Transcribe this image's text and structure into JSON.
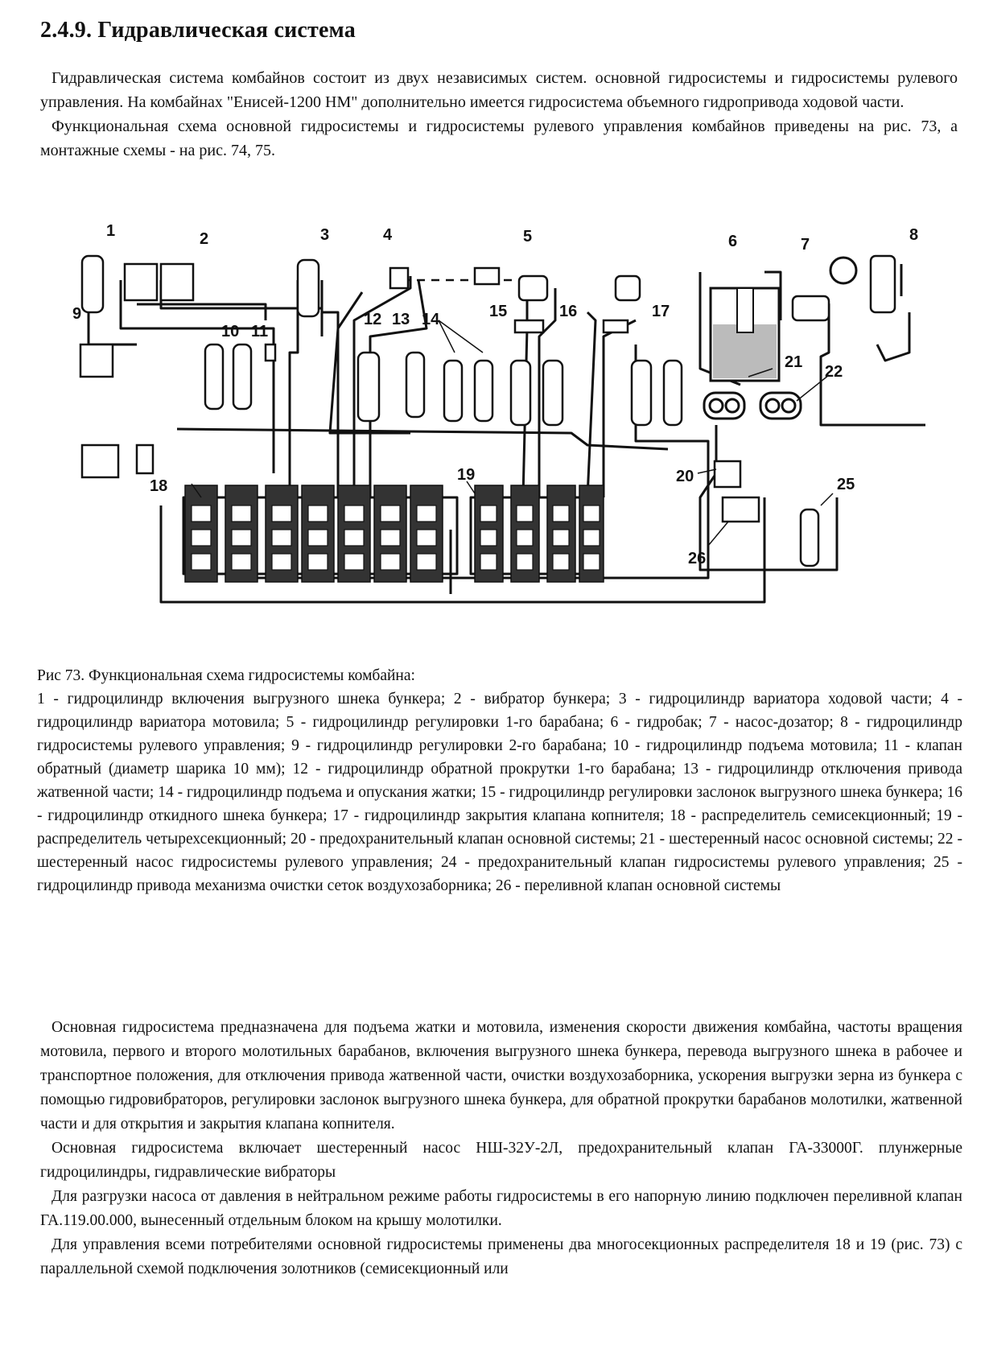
{
  "section": {
    "heading": "2.4.9. Гидравлическая система"
  },
  "intro": {
    "p1": "Гидравлическая система комбайнов состоит из двух независимых систем. основной гидросистемы и гидросистемы рулевого управления. На комбайнах \"Енисей-1200 НМ\" дополнительно имеется гидросистема объемного гидропривода ходовой части.",
    "p2": "Функциональная схема основной гидросистемы и гидросистемы рулевого управления комбайнов приведены на рис. 73, а монтажные схемы - на рис. 74, 75."
  },
  "figure": {
    "labels": [
      "1",
      "2",
      "3",
      "4",
      "5",
      "6",
      "7",
      "8",
      "9",
      "10",
      "11",
      "12",
      "13",
      "14",
      "15",
      "16",
      "17",
      "21",
      "22",
      "20",
      "25",
      "18",
      "19",
      "26"
    ],
    "caption_title": "Рис 73. Функциональная схема гидросистемы комбайна:",
    "caption_items": "1 - гидроцилиндр включения выгрузного шнека бункера; 2 - вибратор бункера; 3 - гидроцилиндр вариатора ходовой части; 4 - гидроцилиндр вариатора мотовила; 5 - гидроцилиндр регулировки 1-го барабана; 6 - гидробак; 7 - насос-дозатор; 8 - гидроцилиндр гидросистемы рулевого управления; 9 - гидроцилиндр регулировки 2-го барабана; 10 - гидроцилиндр подъема мотовила; 11 - клапан обратный (диаметр шарика 10 мм); 12 - гидроцилиндр обратной прокрутки 1-го барабана; 13 - гидроцилиндр отключения привода жатвенной части; 14 - гидроцилиндр подъема и опускания жатки; 15 - гидроцилиндр регулировки заслонок выгрузного шнека бункера; 16 - гидроцилиндр откидного шнека бункера; 17 - гидроцилиндр закрытия клапана копнителя; 18 - распределитель семисекционный; 19 - распределитель четырехсекционный; 20 - предохранительный клапан основной системы; 21 - шестеренный насос основной системы; 22 - шестеренный насос гидросистемы рулевого управления; 24 - предохранительный клапан гидросистемы рулевого управления; 25 - гидроцилиндр привода механизма очистки сеток воздухозаборника; 26 - переливной клапан основной системы"
  },
  "body": {
    "p1": "Основная гидросистема предназначена для подъема жатки и мотовила, изменения скорости движения комбайна, частоты вращения мотовила, первого и второго молотильных барабанов, включения выгрузного шнека бункера, перевода выгрузного шнека в рабочее и транспортное положения, для отключения привода жатвенной части, очистки воздухозаборника, ускорения выгрузки зерна из бункера с помощью гидровибраторов, регулировки заслонок выгрузного шнека бункера, для обратной прокрутки барабанов молотилки, жатвенной части и для открытия и закрытия клапана копнителя.",
    "p2": "Основная гидросистема включает шестеренный насос НШ-32У-2Л, предохранительный клапан ГА-33000Г. плунжерные гидроцилиндры, гидравлические вибраторы",
    "p3": "Для разгрузки насоса от давления в нейтральном режиме работы гидросистемы в его напорную линию подключен переливной клапан ГА.119.00.000, вынесенный отдельным блоком на крышу молотилки.",
    "p4": "Для управления всеми потребителями основной гидросистемы применены два многосекционных распределителя 18 и 19 (рис. 73) с параллельной схемой подключения золотников (семисекционный или"
  }
}
